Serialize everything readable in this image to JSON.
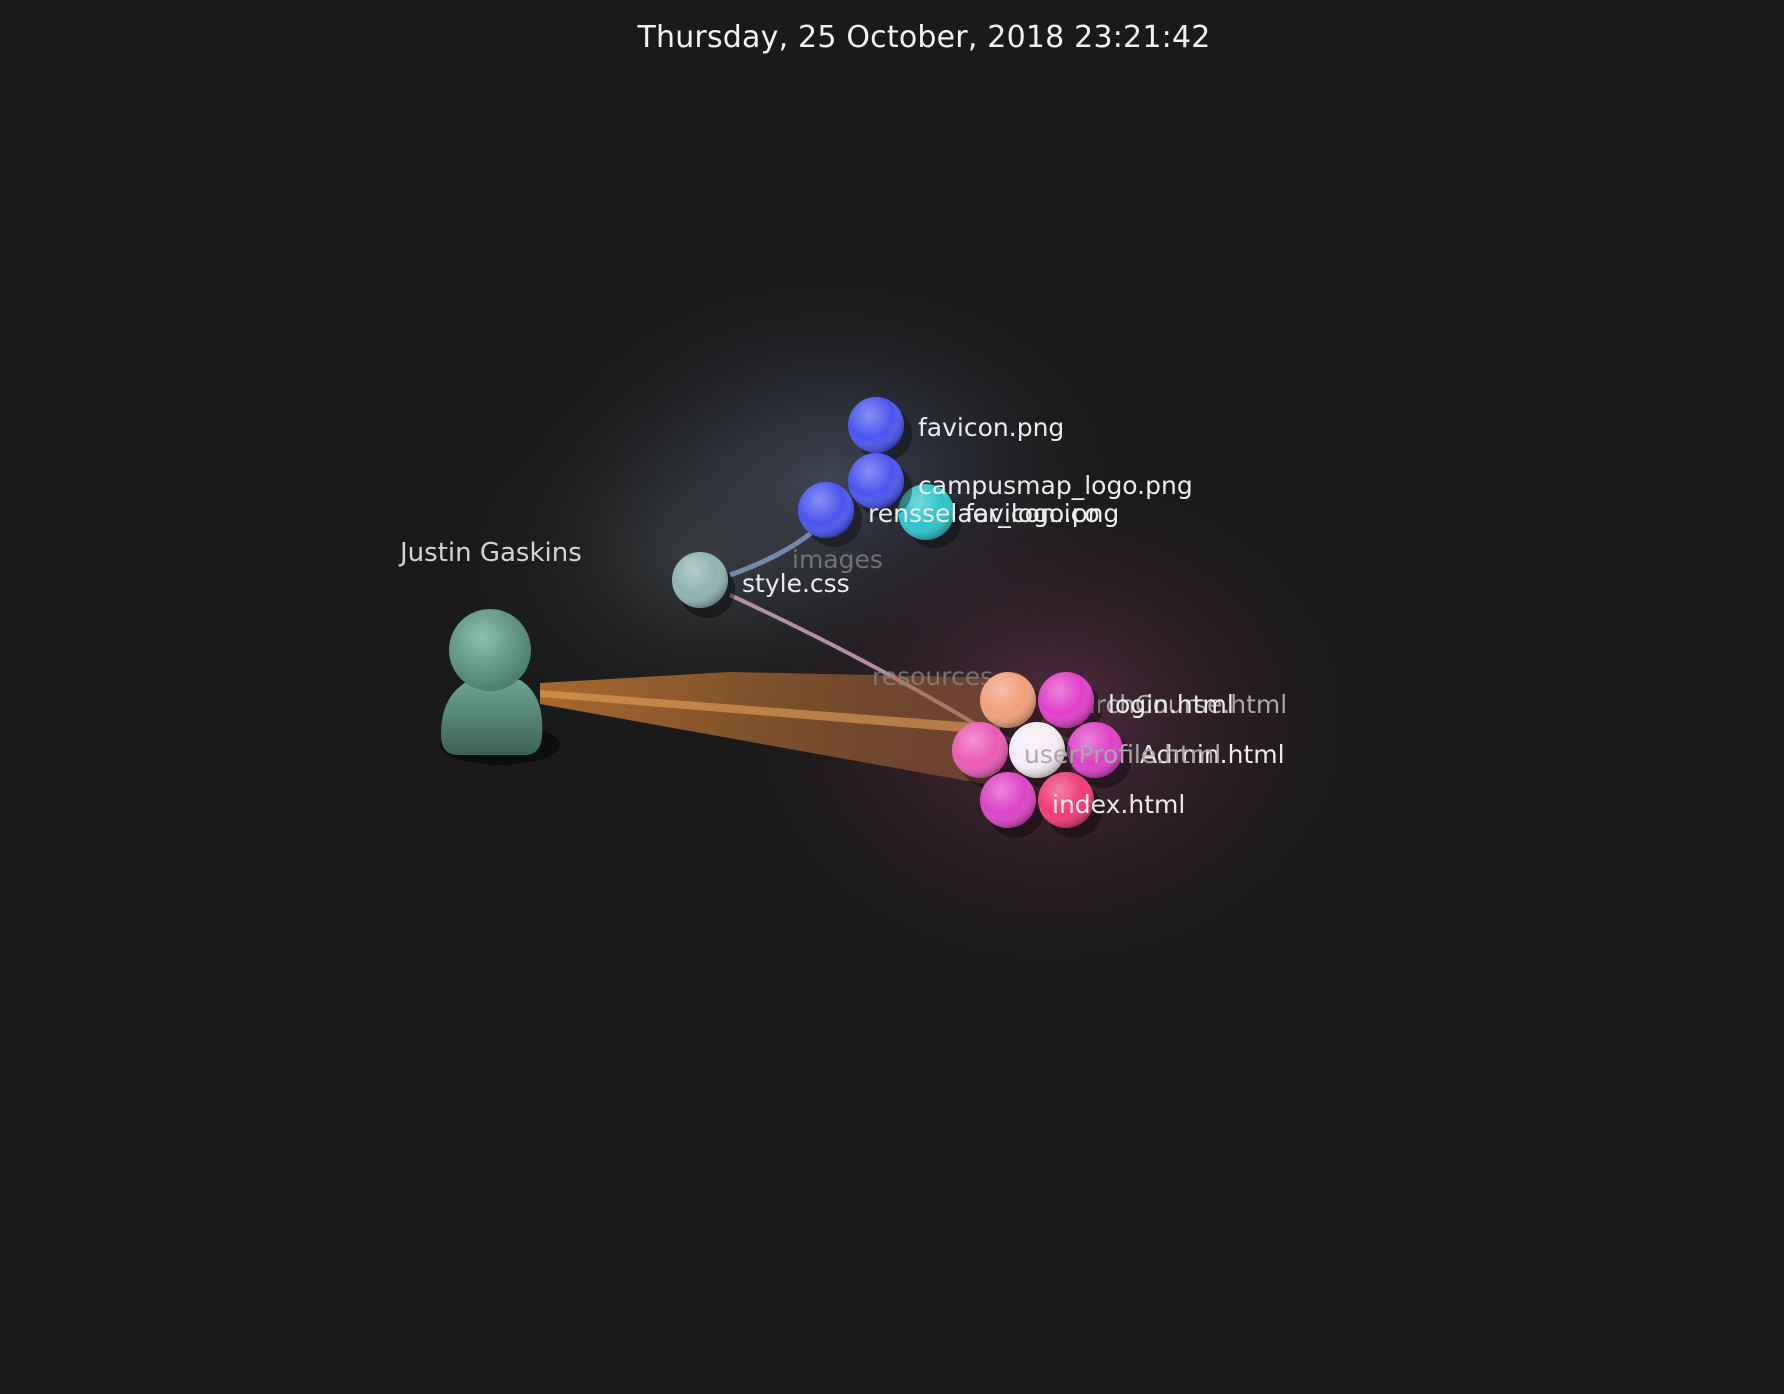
{
  "datetime": "Thursday, 25 October, 2018 23:21:42",
  "user": {
    "name": "Justin Gaskins",
    "icon": "person-icon",
    "color": "#6ba192"
  },
  "directories": [
    {
      "label": "images",
      "color": "#4a5cf5"
    },
    {
      "label": "resources",
      "color": "#ff55cc"
    }
  ],
  "files": [
    {
      "label": "favicon.png",
      "color": "#4a55f0",
      "group": "images"
    },
    {
      "label": "campusmap_logo.png",
      "color": "#4a55f0",
      "group": "images"
    },
    {
      "label": "rensselaer_logo.png",
      "color": "#4a55f0",
      "group": "images"
    },
    {
      "label": "favicon.ico",
      "color": "#2bc4c9",
      "group": "images"
    },
    {
      "label": "style.css",
      "color": "#8fb3b0",
      "group": "root"
    },
    {
      "label": "searchCourse.html",
      "color": "#f0a07a",
      "group": "resources"
    },
    {
      "label": "login.html",
      "color": "#e040c8",
      "group": "resources"
    },
    {
      "label": "userProfile.html",
      "color": "#f4eef4",
      "group": "resources"
    },
    {
      "label": "Admin.html",
      "color": "#e040c8",
      "group": "resources"
    },
    {
      "label": "index.html",
      "color": "#f03a7a",
      "group": "resources"
    },
    {
      "label": "",
      "color": "#ea5bb8",
      "group": "resources"
    },
    {
      "label": "",
      "color": "#dd44c6",
      "group": "resources"
    }
  ],
  "colors": {
    "background": "#1a1a1a",
    "label": "#ececec",
    "beam": "#d88a3c",
    "edge_images": "#8aa4d0",
    "edge_resources": "#d7a9c4"
  }
}
